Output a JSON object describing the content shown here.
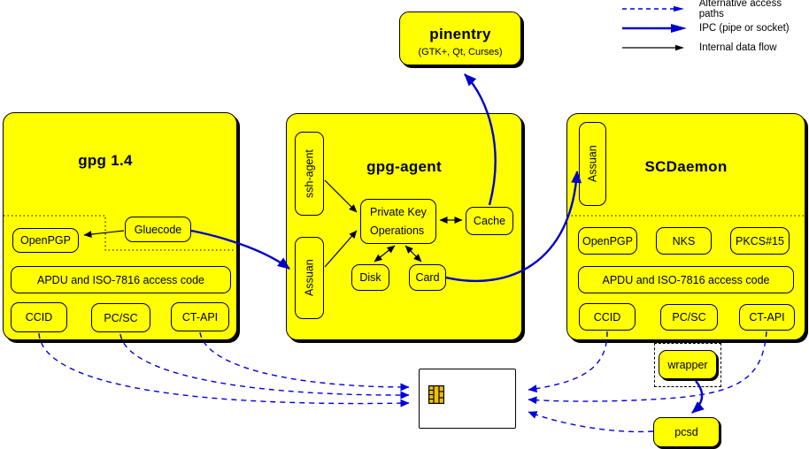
{
  "legend": {
    "items": [
      {
        "label": "Alternative access paths"
      },
      {
        "label": "IPC (pipe or socket)"
      },
      {
        "label": "Internal data flow"
      }
    ]
  },
  "pinentry": {
    "title": "pinentry",
    "subtitle": "(GTK+, Qt, Curses)"
  },
  "gpg14": {
    "title": "gpg 1.4",
    "gluecode": "Gluecode",
    "openpgp": "OpenPGP",
    "apdu": "APDU and ISO-7816 access code",
    "ccid": "CCID",
    "pcsc": "PC/SC",
    "ctapi": "CT-API"
  },
  "gpg_agent": {
    "title": "gpg-agent",
    "ssh_agent": "ssh-agent",
    "assuan": "Assuan",
    "private_key_ops_line1": "Private Key",
    "private_key_ops_line2": "Operations",
    "cache": "Cache",
    "disk": "Disk",
    "card": "Card"
  },
  "scdaemon": {
    "title": "SCDaemon",
    "assuan": "Assuan",
    "openpgp": "OpenPGP",
    "nks": "NKS",
    "pkcs15": "PKCS#15",
    "apdu": "APDU and ISO-7816 access code",
    "ccid": "CCID",
    "pcsc": "PC/SC",
    "ctapi": "CT-API"
  },
  "peripherals": {
    "wrapper": "wrapper",
    "pcsd": "pcsd"
  },
  "colors": {
    "module_fill": "#ffff00",
    "line_blue": "#0000cc",
    "dash_blue": "#0000e0",
    "chip_gold": "#efc000"
  }
}
